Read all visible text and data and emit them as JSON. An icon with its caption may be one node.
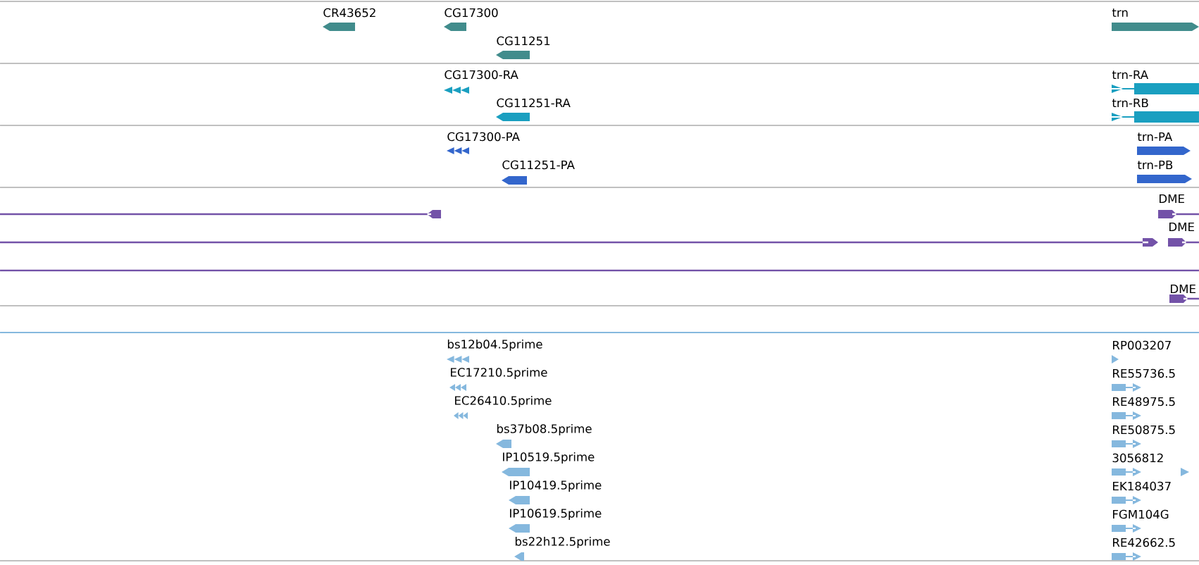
{
  "diagram": {
    "labels": [
      "CR43652",
      "CG17300",
      "CG11251",
      "CG17300-RA",
      "CG11251-RA",
      "CG17300-PA",
      "CG11251-PA",
      "trn",
      "trn-RA",
      "trn-RB",
      "trn-PA",
      "trn-PB",
      "DME",
      "DME",
      "DME",
      "bs12b04.5prime",
      "EC17210.5prime",
      "EC26410.5prime",
      "bs37b08.5prime",
      "IP10519.5prime",
      "IP10419.5prime",
      "IP10619.5prime",
      "bs22h12.5prime",
      "RP003207",
      "RE55736.5",
      "RE48975.5",
      "RE50875.5",
      "3056812",
      "EK184037",
      "FGM104G",
      "RE42662.5"
    ]
  }
}
